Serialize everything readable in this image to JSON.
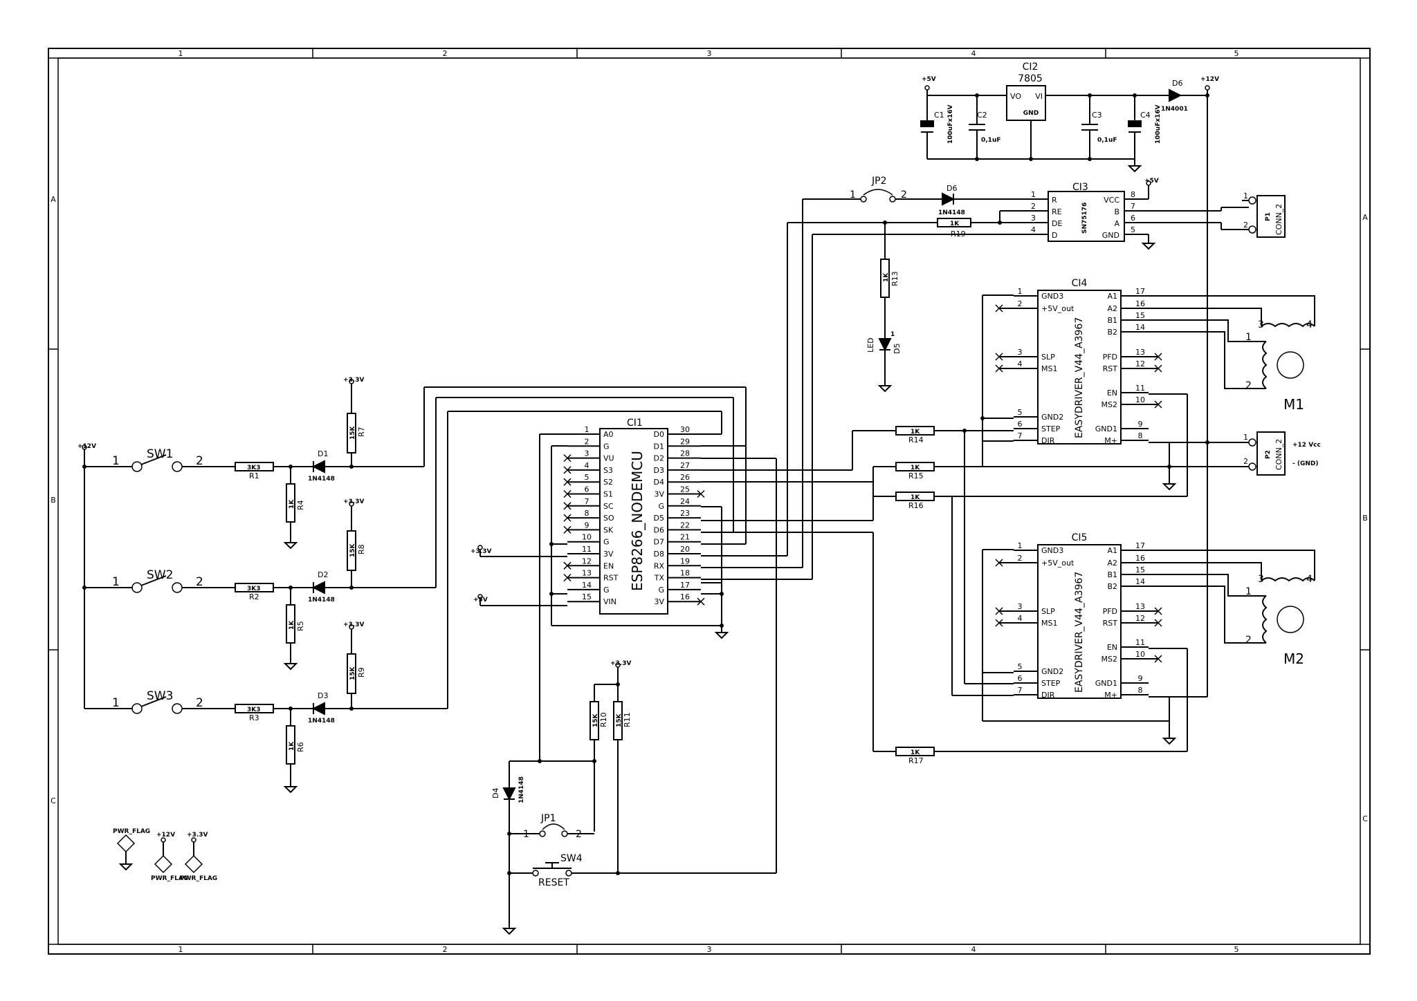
{
  "frame": {
    "columns": [
      "1",
      "2",
      "3",
      "4",
      "5"
    ],
    "rows": [
      "A",
      "B",
      "C"
    ]
  },
  "power": {
    "plus12": "+12V",
    "plus33": "+3.3V",
    "plus5": "+5V",
    "pwr_flag": "PWR_FLAG"
  },
  "regulator": {
    "ref": "CI2",
    "value": "7805",
    "pins": {
      "vo": "VO",
      "vi": "VI",
      "gnd": "GND"
    },
    "c1": {
      "ref": "C1",
      "value": "100uFx16V"
    },
    "c2": {
      "ref": "C2",
      "value": "0,1uF"
    },
    "c3": {
      "ref": "C3",
      "value": "0,1uF"
    },
    "c4": {
      "ref": "C4",
      "value": "100uFx16V"
    },
    "d6": {
      "ref": "D6",
      "value": "1N4001"
    }
  },
  "rs485": {
    "ref": "CI3",
    "part": "SN75176",
    "left_pins": [
      {
        "num": "1",
        "name": "R"
      },
      {
        "num": "2",
        "name": "RE"
      },
      {
        "num": "3",
        "name": "DE"
      },
      {
        "num": "4",
        "name": "D"
      }
    ],
    "right_pins": [
      {
        "num": "8",
        "name": "VCC"
      },
      {
        "num": "7",
        "name": "B"
      },
      {
        "num": "6",
        "name": "A"
      },
      {
        "num": "5",
        "name": "GND"
      }
    ],
    "jp2": {
      "ref": "JP2",
      "pin1": "1",
      "pin2": "2"
    },
    "d6": {
      "ref": "D6",
      "value": "1N4148"
    },
    "r19": {
      "ref": "R19",
      "value": "1K"
    },
    "r13": {
      "ref": "R13",
      "value": "1K"
    },
    "d5": {
      "ref": "D5",
      "value": "LED",
      "pin": "1"
    },
    "p1": {
      "ref": "P1",
      "value": "CONN_2",
      "pin1": "1",
      "pin2": "2"
    }
  },
  "switches": [
    {
      "ref": "SW1",
      "pin1": "1",
      "pin2": "2",
      "r_series": {
        "ref": "R1",
        "value": "3K3"
      },
      "r_down": {
        "ref": "R4",
        "value": "1K"
      },
      "diode": {
        "ref": "D1",
        "value": "1N4148"
      },
      "r_up": {
        "ref": "R7",
        "value": "15K"
      }
    },
    {
      "ref": "SW2",
      "pin1": "1",
      "pin2": "2",
      "r_series": {
        "ref": "R2",
        "value": "3K3"
      },
      "r_down": {
        "ref": "R5",
        "value": "1K"
      },
      "diode": {
        "ref": "D2",
        "value": "1N4148"
      },
      "r_up": {
        "ref": "R8",
        "value": "15K"
      }
    },
    {
      "ref": "SW3",
      "pin1": "1",
      "pin2": "2",
      "r_series": {
        "ref": "R3",
        "value": "3K3"
      },
      "r_down": {
        "ref": "R6",
        "value": "1K"
      },
      "diode": {
        "ref": "D3",
        "value": "1N4148"
      },
      "r_up": {
        "ref": "R9",
        "value": "15K"
      }
    }
  ],
  "mcu": {
    "ref": "CI1",
    "part": "ESP8266_NODEMCU",
    "left_pins": [
      {
        "num": "1",
        "name": "A0"
      },
      {
        "num": "2",
        "name": "G"
      },
      {
        "num": "3",
        "name": "VU"
      },
      {
        "num": "4",
        "name": "S3"
      },
      {
        "num": "5",
        "name": "S2"
      },
      {
        "num": "6",
        "name": "S1"
      },
      {
        "num": "7",
        "name": "SC"
      },
      {
        "num": "8",
        "name": "SO"
      },
      {
        "num": "9",
        "name": "SK"
      },
      {
        "num": "10",
        "name": "G"
      },
      {
        "num": "11",
        "name": "3V"
      },
      {
        "num": "12",
        "name": "EN"
      },
      {
        "num": "13",
        "name": "RST"
      },
      {
        "num": "14",
        "name": "G"
      },
      {
        "num": "15",
        "name": "VIN"
      }
    ],
    "right_pins": [
      {
        "num": "30",
        "name": "D0"
      },
      {
        "num": "29",
        "name": "D1"
      },
      {
        "num": "28",
        "name": "D2"
      },
      {
        "num": "27",
        "name": "D3"
      },
      {
        "num": "26",
        "name": "D4"
      },
      {
        "num": "25",
        "name": "3V"
      },
      {
        "num": "24",
        "name": "G"
      },
      {
        "num": "23",
        "name": "D5"
      },
      {
        "num": "22",
        "name": "D6"
      },
      {
        "num": "21",
        "name": "D7"
      },
      {
        "num": "20",
        "name": "D8"
      },
      {
        "num": "19",
        "name": "RX"
      },
      {
        "num": "18",
        "name": "TX"
      },
      {
        "num": "17",
        "name": "G"
      },
      {
        "num": "16",
        "name": "3V"
      }
    ]
  },
  "reset": {
    "r10": {
      "ref": "R10",
      "value": "15K"
    },
    "r11": {
      "ref": "R11",
      "value": "15K"
    },
    "d4": {
      "ref": "D4",
      "value": "1N4148"
    },
    "jp1": {
      "ref": "JP1",
      "pin1": "1",
      "pin2": "2"
    },
    "sw4": {
      "ref": "SW4",
      "value": "RESET"
    }
  },
  "drivers": [
    {
      "ref": "CI4",
      "part": "EASYDRIVER_V44_A3967",
      "motor": "M1",
      "left_pins": [
        {
          "num": "1",
          "name": "GND3"
        },
        {
          "num": "2",
          "name": "+5V_out"
        },
        {
          "num": "3",
          "name": "SLP"
        },
        {
          "num": "4",
          "name": "MS1"
        },
        {
          "num": "5",
          "name": "GND2"
        },
        {
          "num": "6",
          "name": "STEP"
        },
        {
          "num": "7",
          "name": "DIR"
        }
      ],
      "right_pins": [
        {
          "num": "17",
          "name": "A1"
        },
        {
          "num": "16",
          "name": "A2"
        },
        {
          "num": "15",
          "name": "B1"
        },
        {
          "num": "14",
          "name": "B2"
        },
        {
          "num": "13",
          "name": "PFD"
        },
        {
          "num": "12",
          "name": "RST"
        },
        {
          "num": "11",
          "name": "EN"
        },
        {
          "num": "10",
          "name": "MS2"
        },
        {
          "num": "9",
          "name": "GND1"
        },
        {
          "num": "8",
          "name": "M+"
        }
      ],
      "coil_labels": [
        "1",
        "2",
        "3",
        "4"
      ]
    },
    {
      "ref": "CI5",
      "part": "EASYDRIVER_V44_A3967",
      "motor": "M2",
      "left_pins": [
        {
          "num": "1",
          "name": "GND3"
        },
        {
          "num": "2",
          "name": "+5V_out"
        },
        {
          "num": "3",
          "name": "SLP"
        },
        {
          "num": "4",
          "name": "MS1"
        },
        {
          "num": "5",
          "name": "GND2"
        },
        {
          "num": "6",
          "name": "STEP"
        },
        {
          "num": "7",
          "name": "DIR"
        }
      ],
      "right_pins": [
        {
          "num": "17",
          "name": "A1"
        },
        {
          "num": "16",
          "name": "A2"
        },
        {
          "num": "15",
          "name": "B1"
        },
        {
          "num": "14",
          "name": "B2"
        },
        {
          "num": "13",
          "name": "PFD"
        },
        {
          "num": "12",
          "name": "RST"
        },
        {
          "num": "11",
          "name": "EN"
        },
        {
          "num": "10",
          "name": "MS2"
        },
        {
          "num": "9",
          "name": "GND1"
        },
        {
          "num": "8",
          "name": "M+"
        }
      ],
      "coil_labels": [
        "1",
        "2",
        "3",
        "4"
      ]
    }
  ],
  "driver_resistors": [
    {
      "ref": "R14",
      "value": "1K"
    },
    {
      "ref": "R15",
      "value": "1K"
    },
    {
      "ref": "R16",
      "value": "1K"
    },
    {
      "ref": "R17",
      "value": "1K"
    }
  ],
  "p2": {
    "ref": "P2",
    "value": "CONN_2",
    "pin1": "1",
    "pin2": "2",
    "label1": "+12 Vcc",
    "label2": "- (GND)"
  }
}
